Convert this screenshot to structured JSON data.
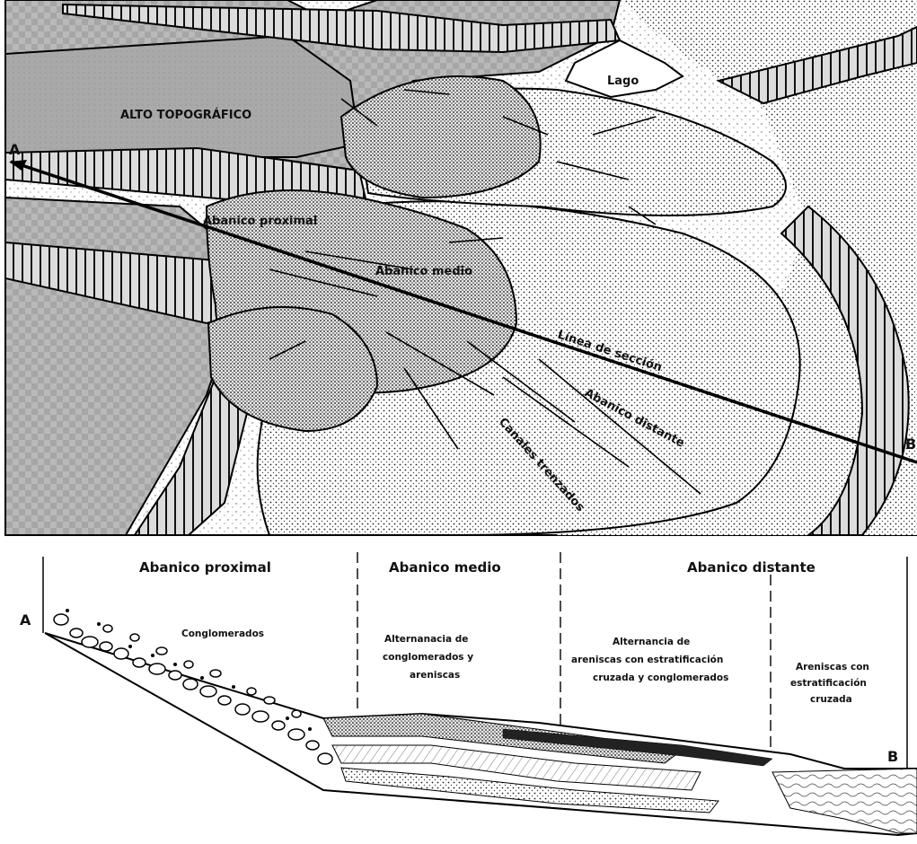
{
  "map": {
    "alto_topografico": "ALTO TOPOGRÁFICO",
    "lago": "Lago",
    "abanico_proximal": "Abanico proximal",
    "abanico_medio": "Abanico medio",
    "linea_de_seccion": "Línea de sección",
    "abanico_distante": "Abanico distante",
    "canales_trenzados": "Canales trenzados",
    "point_a": "A",
    "point_b": "B"
  },
  "section": {
    "headers": {
      "proximal": "Abanico proximal",
      "medio": "Abanico medio",
      "distante": "Abanico distante"
    },
    "point_a": "A",
    "point_b": "B",
    "zones": {
      "conglomerados": "Conglomerados",
      "medio_line1": "Alternanacia de",
      "medio_line2": "conglomerados y",
      "medio_line3": "areniscas",
      "distante1_line1": "Alternancia de",
      "distante1_line2": "areniscas con estratificación",
      "distante1_line3": "cruzada y conglomerados",
      "distante2_line1": "Areniscas con",
      "distante2_line2": "estratificación",
      "distante2_line3": "cruzada"
    }
  }
}
